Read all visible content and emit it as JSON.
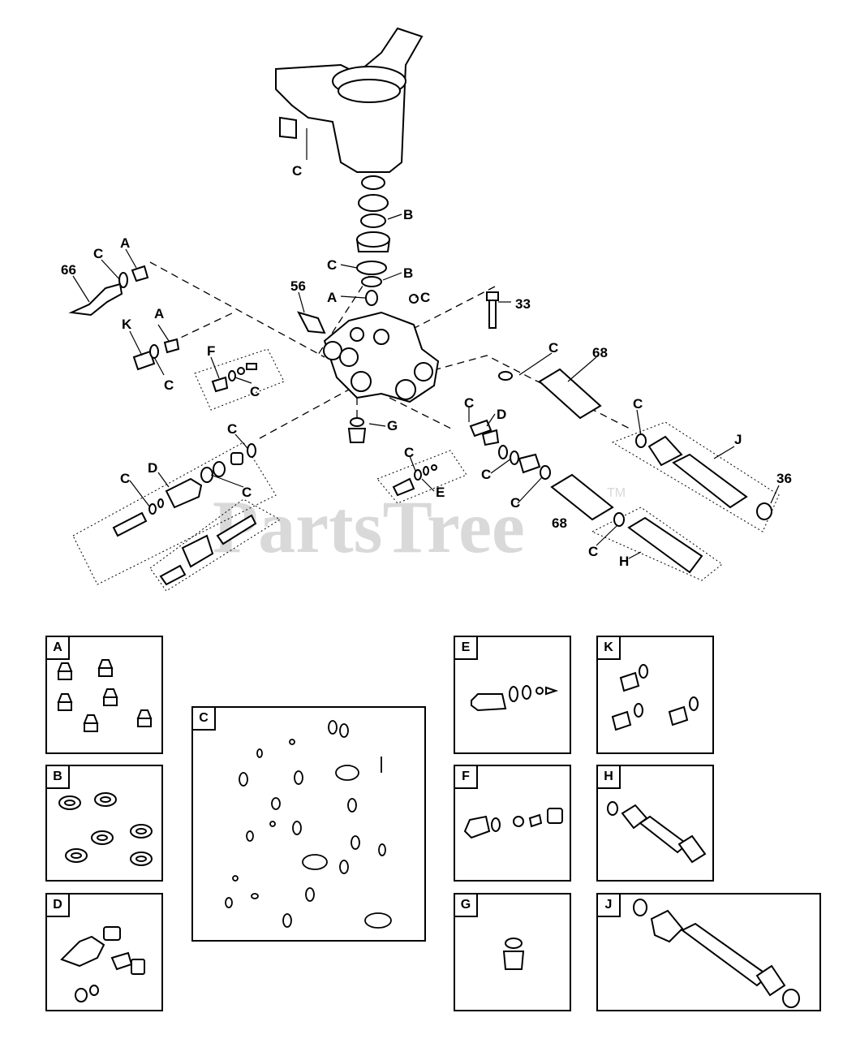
{
  "watermark": {
    "text": "PartsTree",
    "tm": "TM"
  },
  "callouts": {
    "c_top": "C",
    "b1": "B",
    "c2": "C",
    "b2": "B",
    "n56": "56",
    "a_center": "A",
    "c_ball": "C",
    "n33": "33",
    "n66": "66",
    "c_66": "C",
    "a_66": "A",
    "k": "K",
    "a_left": "A",
    "c_k": "C",
    "f": "F",
    "c_f": "C",
    "c_68top": "C",
    "n68a": "68",
    "c_d": "C",
    "d_right": "D",
    "c_j": "C",
    "j": "J",
    "g": "G",
    "c_left": "C",
    "d_left": "D",
    "c_dl": "C",
    "c_dl2": "C",
    "c_e": "C",
    "e": "E",
    "c_pair": "C",
    "c_68b": "C",
    "n68b": "68",
    "n36": "36",
    "c_h": "C",
    "h": "H"
  },
  "kits": {
    "A": "A",
    "B": "B",
    "C": "C",
    "D": "D",
    "E": "E",
    "F": "F",
    "G": "G",
    "H": "H",
    "J": "J",
    "K": "K"
  }
}
